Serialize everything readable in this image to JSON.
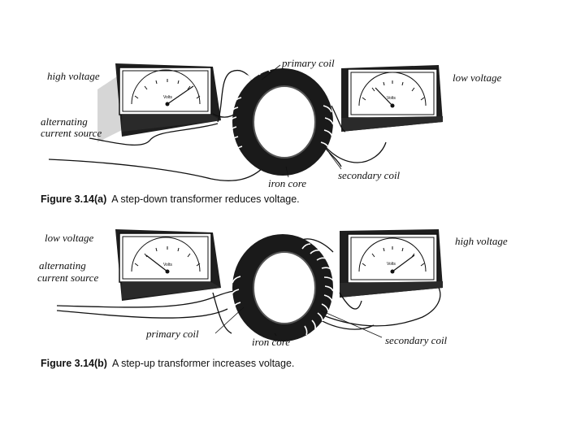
{
  "figures": [
    {
      "id": "a",
      "figure_number": "Figure 3.14(a)",
      "caption": "A step-down transformer reduces voltage.",
      "labels": {
        "left_voltage": "high voltage",
        "right_voltage": "low voltage",
        "source_line1": "alternating",
        "source_line2": "current source",
        "primary_coil": "primary coil",
        "secondary_coil": "secondary coil",
        "iron_core": "iron core"
      }
    },
    {
      "id": "b",
      "figure_number": "Figure 3.14(b)",
      "caption": "A step-up transformer increases voltage.",
      "labels": {
        "left_voltage": "low voltage",
        "right_voltage": "high voltage",
        "source_line1": "alternating",
        "source_line2": "current source",
        "primary_coil": "primary coil",
        "secondary_coil": "secondary coil",
        "iron_core": "iron core"
      }
    }
  ],
  "meter_label": "Volts",
  "colors": {
    "ink": "#111111",
    "core": "#1a1a1a",
    "shadow": "#cfcfcf",
    "paper": "#ffffff"
  }
}
